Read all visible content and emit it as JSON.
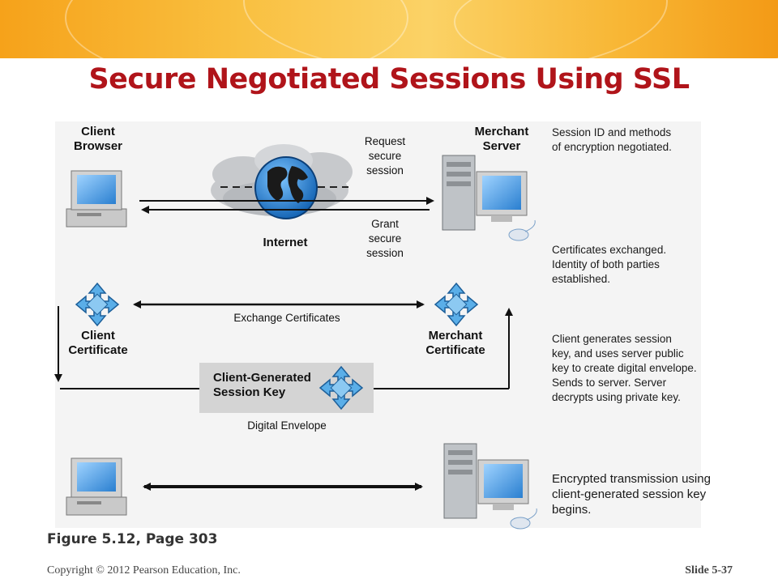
{
  "title": "Secure Negotiated Sessions Using SSL",
  "diagram": {
    "client_browser": "Client\nBrowser",
    "merchant_server": "Merchant\nServer",
    "internet": "Internet",
    "request": "Request\nsecure\nsession",
    "grant": "Grant\nsecure\nsession",
    "exchange_certificates": "Exchange Certificates",
    "client_certificate": "Client\nCertificate",
    "merchant_certificate": "Merchant\nCertificate",
    "session_key": "Client-Generated\nSession Key",
    "digital_envelope": "Digital Envelope"
  },
  "notes": {
    "step1": "Session ID and methods\nof encryption negotiated.",
    "step2": "Certificates exchanged.\nIdentity of both parties\nestablished.",
    "step3": "Client generates session\nkey, and uses server public\nkey to create digital envelope.\nSends to server.  Server\ndecrypts using private key.",
    "step4": "Encrypted transmission using\nclient-generated session key\nbegins."
  },
  "caption": "Figure 5.12, Page 303",
  "footer": {
    "copyright": "Copyright © 2012 Pearson Education, Inc.",
    "slide": "Slide 5-37"
  },
  "colors": {
    "title": "#b0141a",
    "banner": "#f8b634",
    "monitor_screen": "#4fa3e8",
    "cert_blue": "#4aa0de"
  }
}
